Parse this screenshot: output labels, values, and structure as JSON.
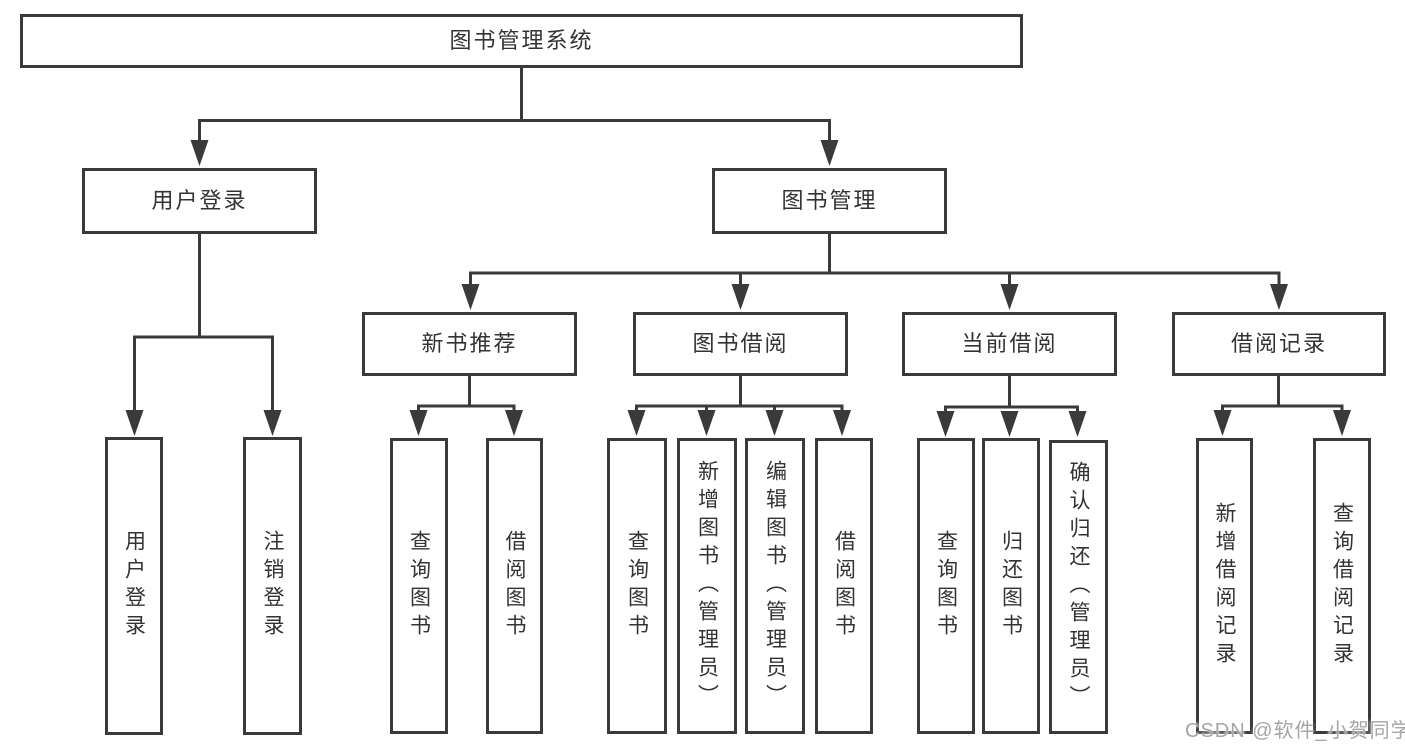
{
  "diagram": {
    "title": "图书管理系统",
    "line_color": "#3a3a3a",
    "text_color": "#333333",
    "nodes": {
      "root": "图书管理系统",
      "user_login_branch": "用户登录",
      "book_mgmt": "图书管理",
      "new_book": "新书推荐",
      "book_borrow": "图书借阅",
      "current_borrow": "当前借阅",
      "borrow_record": "借阅记录",
      "user_login": "用户登录",
      "user_logout": "注销登录",
      "nb_query": "查询图书",
      "nb_borrow": "借阅图书",
      "bb_query": "查询图书",
      "bb_add": "新增图书（管理员）",
      "bb_edit": "编辑图书（管理员）",
      "bb_borrow": "借阅图书",
      "cb_query": "查询图书",
      "cb_return": "归还图书",
      "cb_confirm": "确认归还（管理员）",
      "br_add": "新增借阅记录",
      "br_query": "查询借阅记录"
    }
  },
  "watermark": {
    "text": "CSDN @软件_小贺同学",
    "color": "#a6a6a6"
  }
}
